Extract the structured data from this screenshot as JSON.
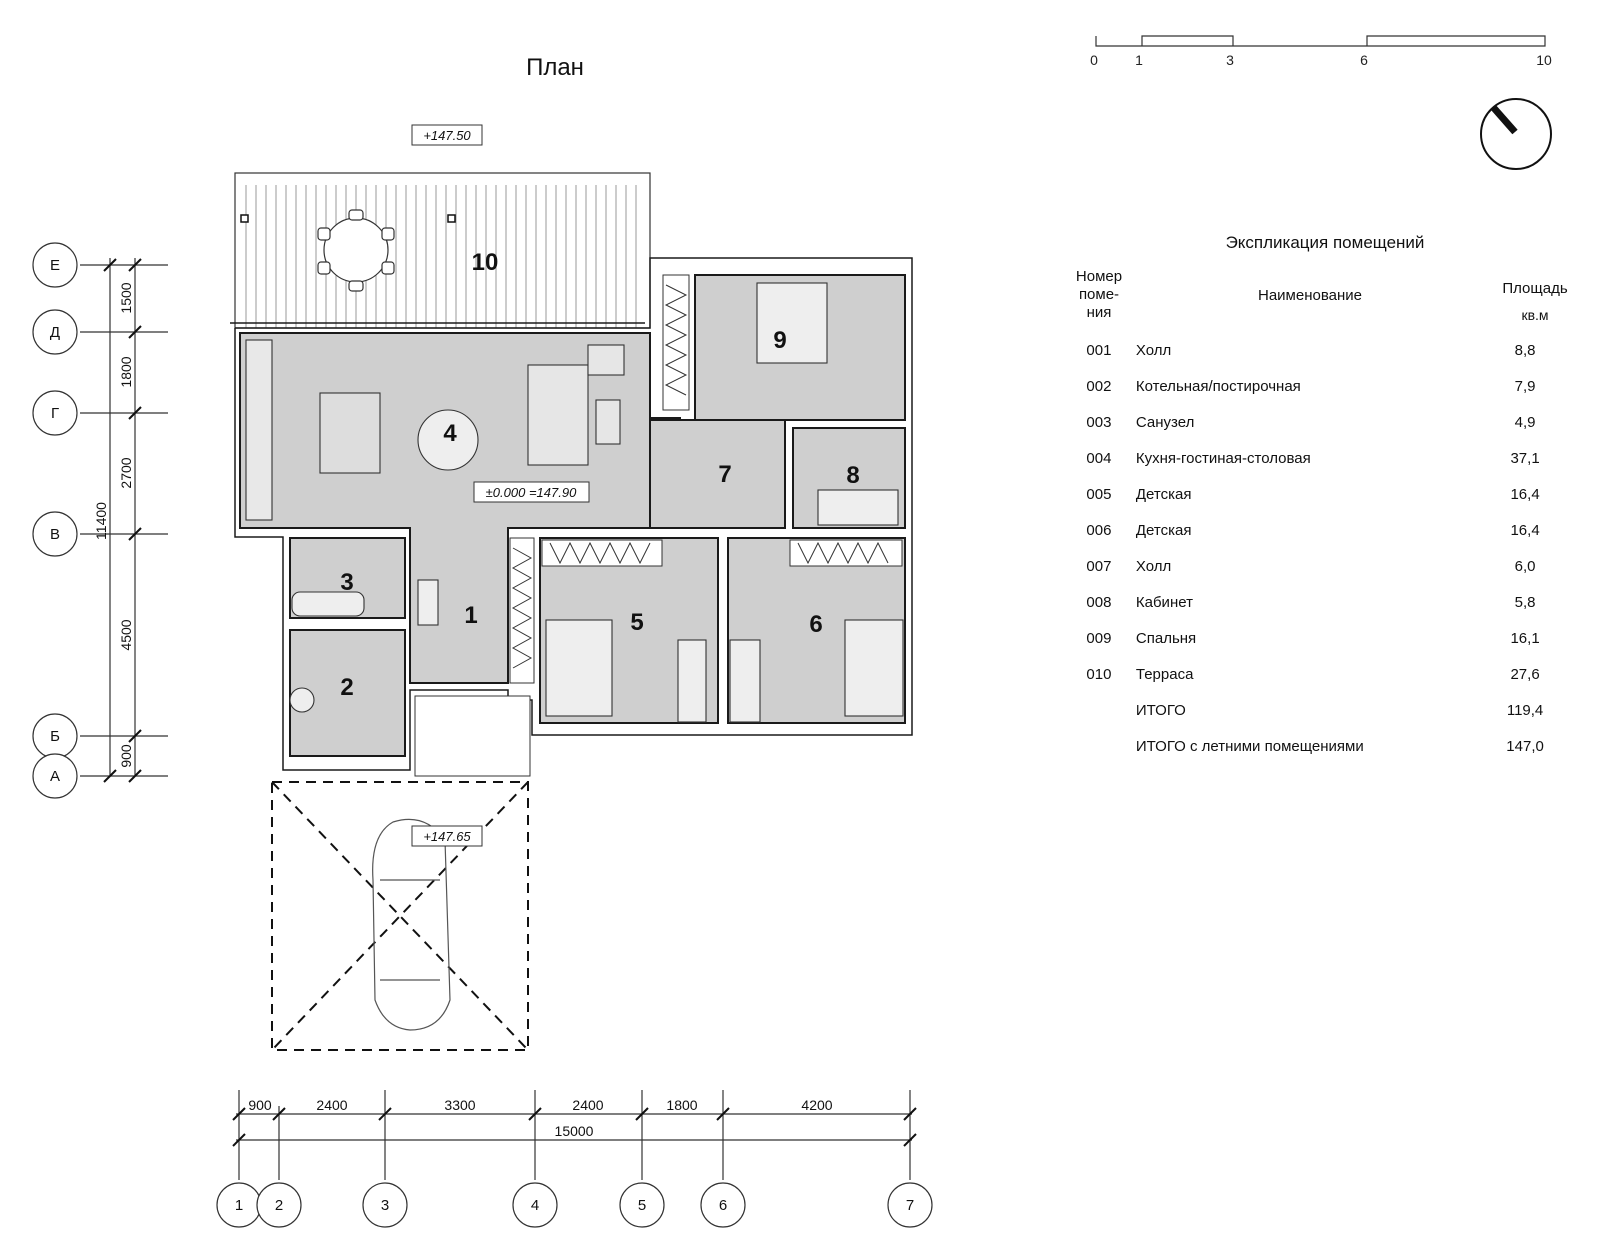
{
  "title": "План",
  "scale_bar": {
    "ticks": [
      "0",
      "1",
      "3",
      "6",
      "10"
    ]
  },
  "explication": {
    "title": "Экспликация помещений",
    "header": {
      "num": [
        "Номер",
        "поме-",
        "ния"
      ],
      "name": "Наименование",
      "area": [
        "Площадь",
        "кв.м"
      ]
    },
    "rows": [
      {
        "num": "001",
        "name": "Холл",
        "area": "8,8"
      },
      {
        "num": "002",
        "name": "Котельная/постирочная",
        "area": "7,9"
      },
      {
        "num": "003",
        "name": "Санузел",
        "area": "4,9"
      },
      {
        "num": "004",
        "name": "Кухня-гостиная-столовая",
        "area": "37,1"
      },
      {
        "num": "005",
        "name": "Детская",
        "area": "16,4"
      },
      {
        "num": "006",
        "name": "Детская",
        "area": "16,4"
      },
      {
        "num": "007",
        "name": "Холл",
        "area": "6,0"
      },
      {
        "num": "008",
        "name": "Кабинет",
        "area": "5,8"
      },
      {
        "num": "009",
        "name": "Спальня",
        "area": "16,1"
      },
      {
        "num": "010",
        "name": "Терраса",
        "area": "27,6"
      },
      {
        "num": "",
        "name": "ИТОГО",
        "area": "119,4"
      },
      {
        "num": "",
        "name": "ИТОГО с летними помещениями",
        "area": "147,0"
      }
    ]
  },
  "room_numbers": [
    "1",
    "2",
    "3",
    "4",
    "5",
    "6",
    "7",
    "8",
    "9",
    "10"
  ],
  "elevations": {
    "terrace": "+147.50",
    "floor": "±0.000 =147.90",
    "carport": "+147.65"
  },
  "grid_axes": {
    "letters": [
      "Е",
      "Д",
      "Г",
      "В",
      "Б",
      "А"
    ],
    "numbers": [
      "1",
      "2",
      "3",
      "4",
      "5",
      "6",
      "7"
    ]
  },
  "dimensions": {
    "vertical": [
      "1500",
      "1800",
      "2700",
      "4500",
      "900"
    ],
    "vertical_total": "11400",
    "horizontal": [
      "900",
      "2400",
      "3300",
      "2400",
      "1800",
      "4200"
    ],
    "horizontal_total": "15000"
  },
  "colors": {
    "room_fill": "#cfcfcf",
    "wall": "#1a1a1a",
    "line": "#333333"
  }
}
